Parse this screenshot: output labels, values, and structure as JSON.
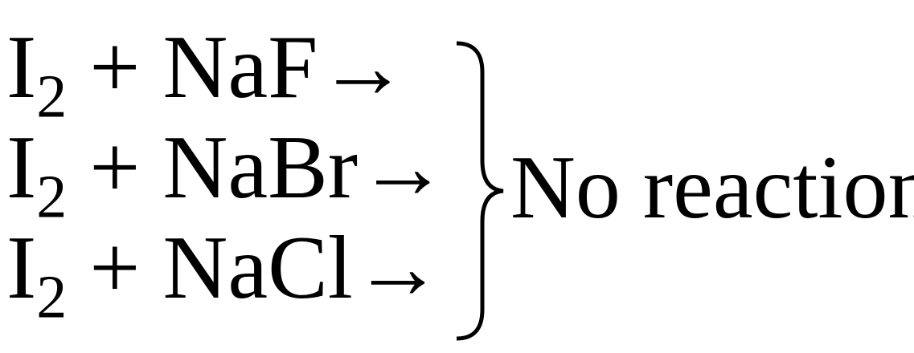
{
  "equations": [
    {
      "reactant1": "I",
      "subscript": "2",
      "operator": "+",
      "reactant2": "NaF",
      "arrow": "→"
    },
    {
      "reactant1": "I",
      "subscript": "2",
      "operator": "+",
      "reactant2": "NaBr",
      "arrow": "→"
    },
    {
      "reactant1": "I",
      "subscript": "2",
      "operator": "+",
      "reactant2": "NaCl",
      "arrow": "→"
    }
  ],
  "result": "No reaction"
}
